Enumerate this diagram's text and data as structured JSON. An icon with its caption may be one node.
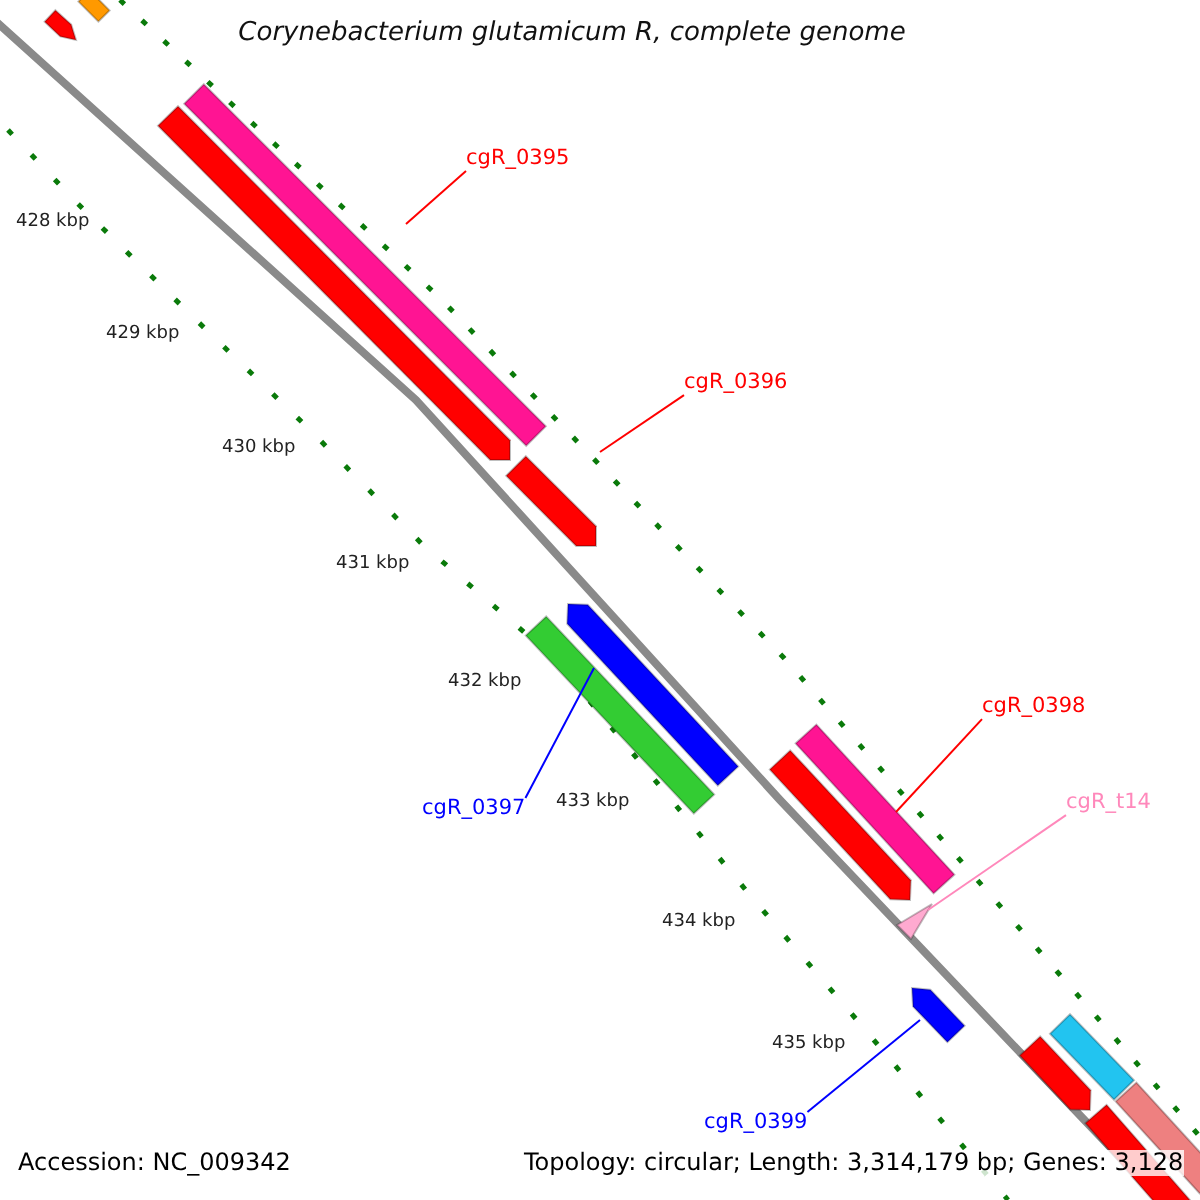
{
  "diagram": {
    "title": "Corynebacterium glutamicum R, complete genome",
    "nodes": [
      {
        "text": [
          "cgR_0395"
        ]
      },
      {
        "text": [],
        "shape": "bar"
      },
      {
        "text": [
          "cgR_0396"
        ]
      },
      {
        "text": [],
        "shape": "bar"
      },
      {
        "text": [
          "cgR_0397"
        ]
      },
      {
        "text": [],
        "shape": "bar"
      },
      {
        "text": [
          "cgR_0398"
        ]
      },
      {
        "text": [],
        "shape": "bar"
      },
      {
        "text": [
          "cgR_t14"
        ]
      },
      {
        "text": [],
        "shape": "triangle"
      },
      {
        "text": [
          "cgR_0399"
        ]
      },
      {
        "text": [],
        "shape": "bar"
      }
    ],
    "edges": [
      {
        "from": 0,
        "to": 1,
        "arrow": "none"
      },
      {
        "from": 2,
        "to": 3,
        "arrow": "none"
      },
      {
        "from": 4,
        "to": 5,
        "arrow": "none",
        "color": "#0000ff"
      },
      {
        "from": 6,
        "to": 7,
        "arrow": "none"
      },
      {
        "from": 8,
        "to": 9,
        "arrow": "none",
        "color": "#ff88bb"
      },
      {
        "from": 10,
        "to": 11,
        "arrow": "none",
        "color": "#0000ff"
      }
    ],
    "labels": [
      "428 kbp",
      "429 kbp",
      "430 kbp",
      "431 kbp",
      "432 kbp",
      "433 kbp",
      "434 kbp",
      "435 kbp",
      "Accession: NC_009342",
      "Topology: circular; Length: 3,314,179 bp; Genes: 3,128"
    ]
  }
}
